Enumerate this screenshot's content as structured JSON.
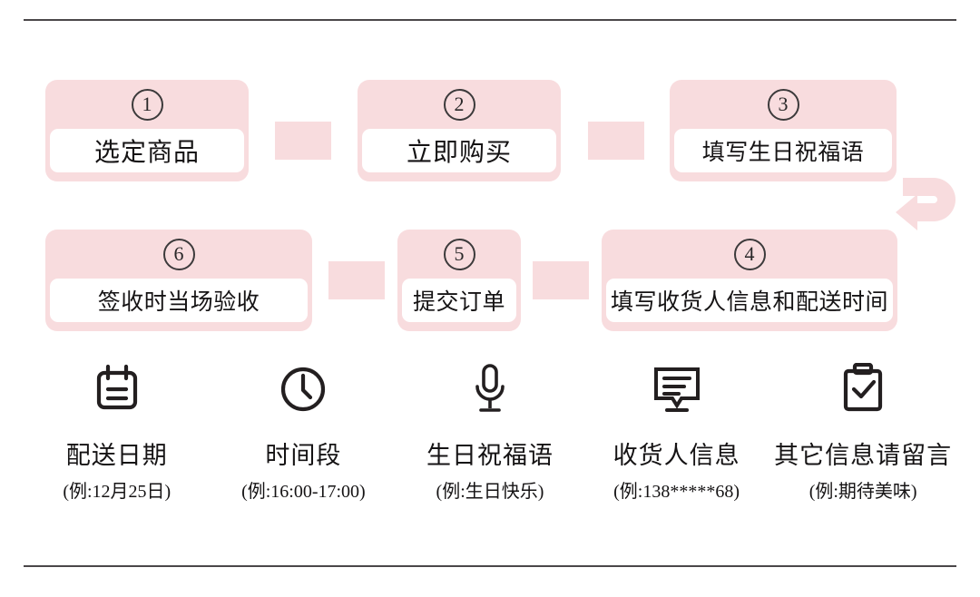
{
  "theme": {
    "pink": "#f8dcde",
    "ink": "#151314",
    "rule": "#4a4749",
    "card_inner": "#ffffff"
  },
  "dividers": {
    "top_label": "top-divider",
    "bottom_label": "bottom-divider"
  },
  "flow": {
    "steps": [
      {
        "number": "①",
        "num_plain": "1",
        "label": "选定商品"
      },
      {
        "number": "②",
        "num_plain": "2",
        "label": "立即购买"
      },
      {
        "number": "③",
        "num_plain": "3",
        "label": "填写生日祝福语"
      },
      {
        "number": "④",
        "num_plain": "4",
        "label": "填写收货人信息和配送时间"
      },
      {
        "number": "⑤",
        "num_plain": "5",
        "label": "提交订单"
      },
      {
        "number": "⑥",
        "num_plain": "6",
        "label": "签收时当场验收"
      }
    ],
    "connectors": [
      {
        "name": "arrow-step1-to-step2",
        "direction": "right"
      },
      {
        "name": "arrow-step2-to-step3",
        "direction": "right"
      },
      {
        "name": "arrow-step3-to-step4",
        "direction": "u-turn-down-left"
      },
      {
        "name": "arrow-step4-to-step5",
        "direction": "left"
      },
      {
        "name": "arrow-step5-to-step6",
        "direction": "left"
      }
    ]
  },
  "info_items": [
    {
      "icon": "calendar-icon",
      "title": "配送日期",
      "example": "(例:12月25日)"
    },
    {
      "icon": "clock-icon",
      "title": "时间段",
      "example": "(例:16:00-17:00)"
    },
    {
      "icon": "microphone-icon",
      "title": "生日祝福语",
      "example": "(例:生日快乐)"
    },
    {
      "icon": "message-form-icon",
      "title": "收货人信息",
      "example": "(例:138*****68)"
    },
    {
      "icon": "clipboard-check-icon",
      "title": "其它信息请留言",
      "example": "(例:期待美味)"
    }
  ]
}
